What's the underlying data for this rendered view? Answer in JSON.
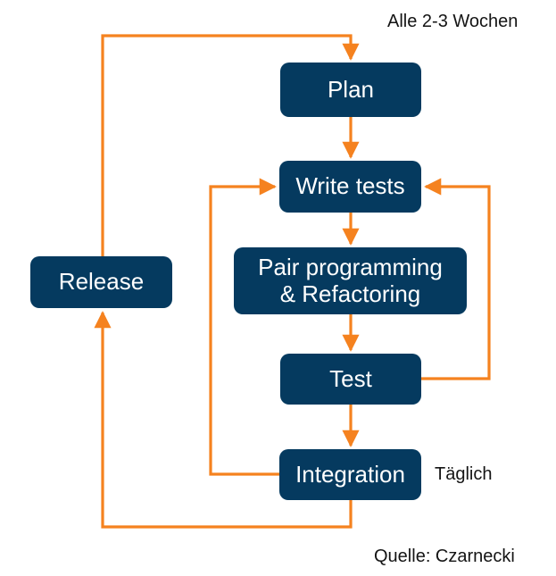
{
  "diagram": {
    "title_caption": "Alle 2-3 Wochen",
    "frequency_caption": "Täglich",
    "source_caption": "Quelle: Czarnecki",
    "colors": {
      "node_fill": "#053A5F",
      "node_text": "#FFFFFF",
      "edge": "#F5821F",
      "caption_text": "#141414",
      "background": "#FFFFFF"
    },
    "nodes": [
      {
        "id": "plan",
        "label": "Plan"
      },
      {
        "id": "write_tests",
        "label": "Write tests"
      },
      {
        "id": "pair",
        "label": "Pair programming\n& Refactoring"
      },
      {
        "id": "test",
        "label": "Test"
      },
      {
        "id": "integration",
        "label": "Integration"
      },
      {
        "id": "release",
        "label": "Release"
      }
    ],
    "edges": [
      {
        "from": "plan",
        "to": "write_tests",
        "style": "straight-down",
        "arrow": true
      },
      {
        "from": "write_tests",
        "to": "pair",
        "style": "straight-down",
        "arrow": true
      },
      {
        "from": "pair",
        "to": "test",
        "style": "straight-down",
        "arrow": true
      },
      {
        "from": "test",
        "to": "integration",
        "style": "straight-down",
        "arrow": true
      },
      {
        "from": "test",
        "to": "write_tests",
        "style": "right-loop-up",
        "arrow": true
      },
      {
        "from": "integration",
        "to": "write_tests",
        "style": "left-loop-up",
        "arrow": true
      },
      {
        "from": "integration",
        "to": "release",
        "style": "bottom-left-up",
        "arrow": true
      },
      {
        "from": "release",
        "to": "plan",
        "style": "top-left-over",
        "arrow": true
      }
    ]
  }
}
